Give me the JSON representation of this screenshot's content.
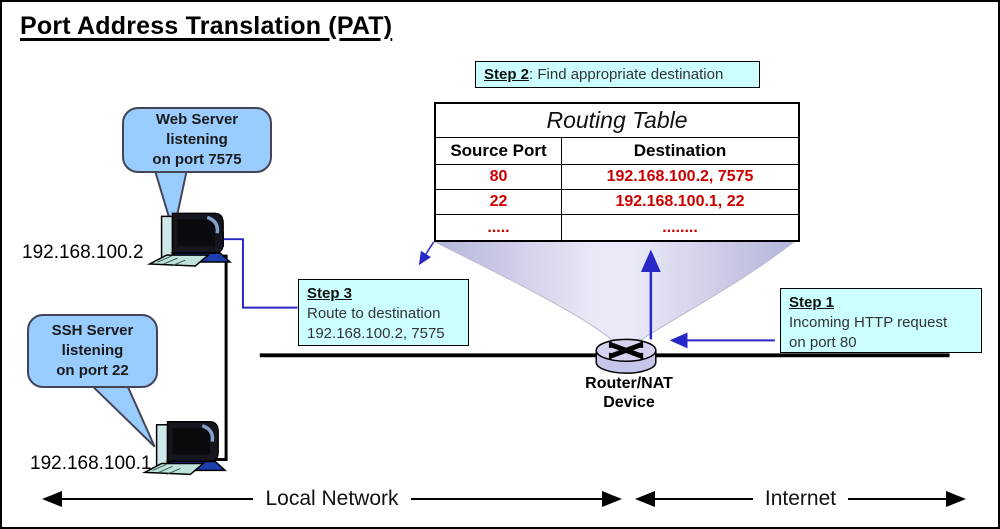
{
  "title": "Port Address Translation (PAT)",
  "colors": {
    "step_box_bg": "#ccffff",
    "bubble_bg": "#99ccff",
    "table_value_red": "#cc0000",
    "arrow_blue": "#2828c8",
    "funnel_lavender": "#c2c2e2"
  },
  "steps": {
    "step1": {
      "label": "Step 1",
      "lines": [
        "Incoming HTTP request",
        "on port 80"
      ]
    },
    "step2": {
      "label": "Step 2",
      "text": ": Find appropriate destination"
    },
    "step3": {
      "label": "Step 3",
      "lines": [
        "Route to destination",
        "192.168.100.2, 7575"
      ]
    }
  },
  "routing_table": {
    "title": "Routing Table",
    "headers": [
      "Source Port",
      "Destination"
    ],
    "rows": [
      [
        "80",
        "192.168.100.2, 7575"
      ],
      [
        "22",
        "192.168.100.1, 22"
      ],
      [
        ".....",
        "........"
      ]
    ]
  },
  "hosts": {
    "web": {
      "bubble_lines": [
        "Web Server",
        "listening",
        "on port 7575"
      ],
      "ip": "192.168.100.2"
    },
    "ssh": {
      "bubble_lines": [
        "SSH Server",
        "listening",
        "on port 22"
      ],
      "ip": "192.168.100.1"
    }
  },
  "router": {
    "label_lines": [
      "Router/NAT",
      "Device"
    ]
  },
  "zones": {
    "local": "Local Network",
    "internet": "Internet"
  }
}
